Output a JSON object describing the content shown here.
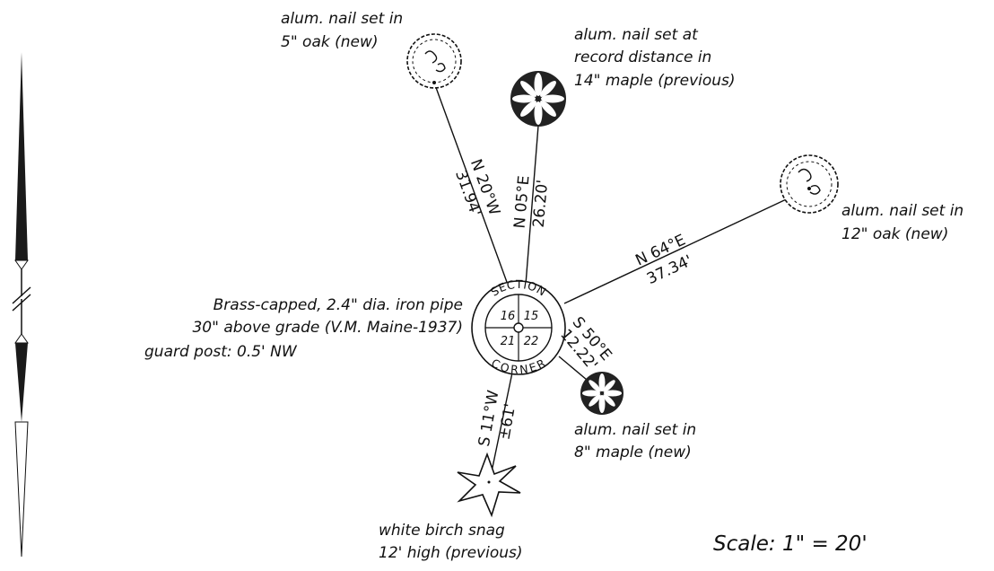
{
  "corner": {
    "ring_top": "SECTION",
    "ring_bottom": "CORNER",
    "sections": [
      "16",
      "15",
      "21",
      "22"
    ]
  },
  "monument_note": [
    "Brass-capped, 2.4\" dia. iron pipe",
    "30\" above grade (V.M. Maine-1937)",
    "guard post: 0.5' NW"
  ],
  "ties": [
    {
      "id": "nw-oak",
      "bearing": "N 20°W",
      "distance": "31.94'",
      "note": [
        "alum. nail set in",
        "5\" oak (new)"
      ],
      "tree": "oak-icon"
    },
    {
      "id": "n-maple",
      "bearing": "N 05°E",
      "distance": "26.20'",
      "note": [
        "alum. nail set at",
        "record distance in",
        "14\" maple (previous)"
      ],
      "tree": "maple-icon"
    },
    {
      "id": "ne-oak",
      "bearing": "N 64°E",
      "distance": "37.34'",
      "note": [
        "alum. nail set in",
        "12\" oak (new)"
      ],
      "tree": "oak-icon"
    },
    {
      "id": "se-maple",
      "bearing": "S 50°E",
      "distance": "12.22'",
      "note": [
        "alum. nail set in",
        "8\" maple (new)"
      ],
      "tree": "maple-icon"
    },
    {
      "id": "s-birch",
      "bearing": "S 11°W",
      "distance": "±61'",
      "note": [
        "white birch snag",
        "12' high (previous)"
      ],
      "tree": "birch-snag-icon"
    }
  ],
  "scale": "Scale: 1\" = 20'",
  "north_arrow": "north-arrow-icon"
}
